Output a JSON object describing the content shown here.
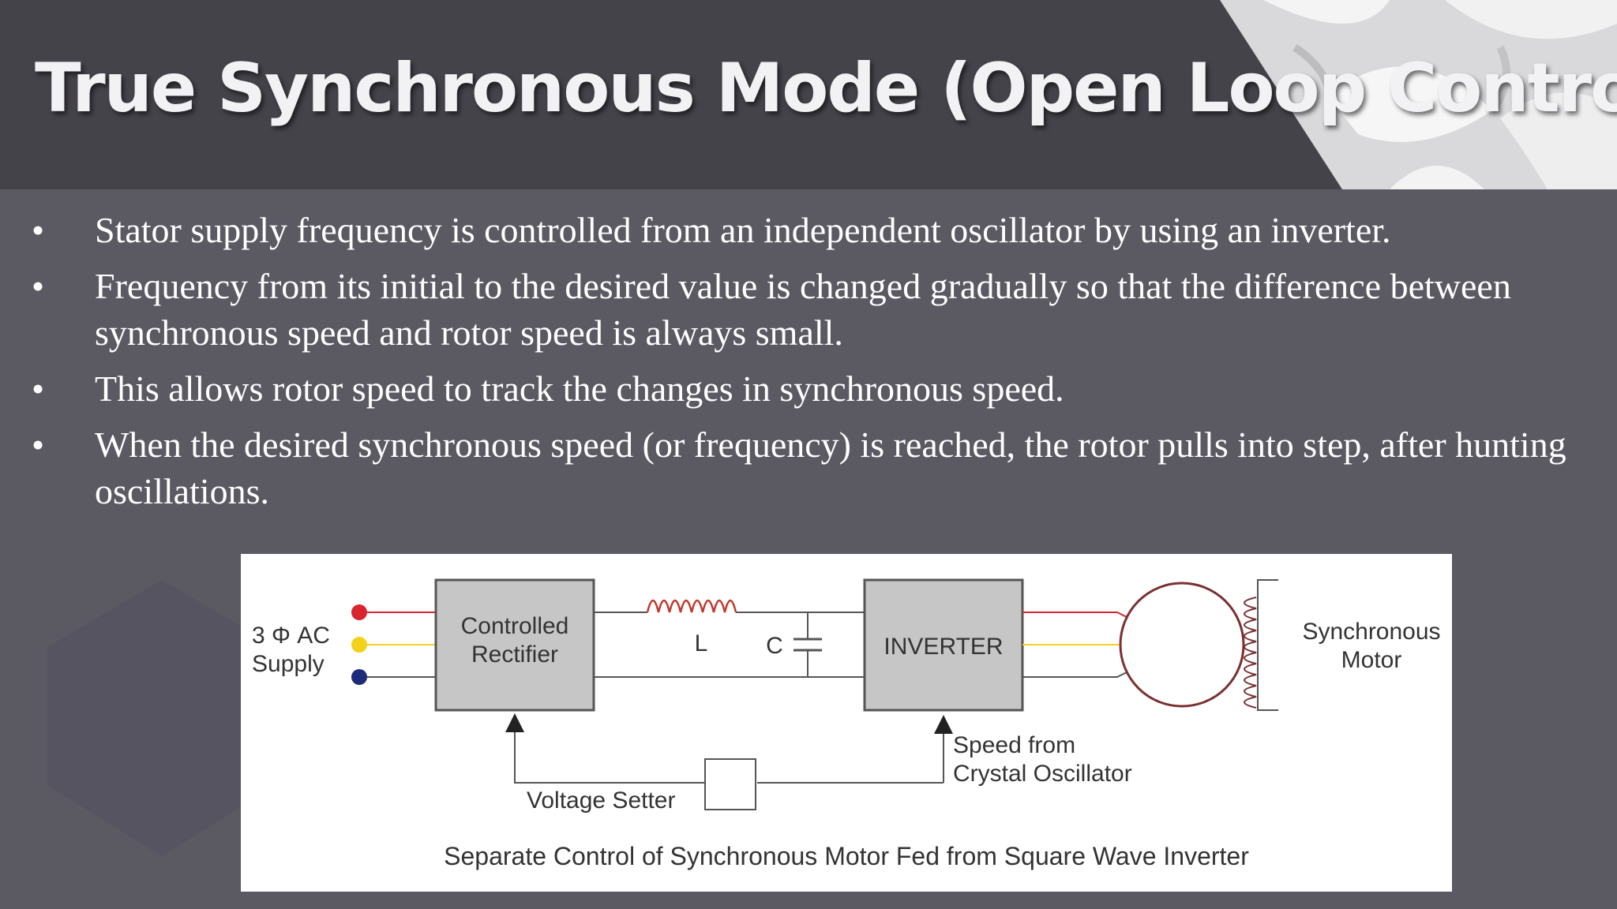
{
  "slide": {
    "title": "True Synchronous Mode (Open Loop Control)",
    "bullets": [
      "Stator supply frequency is controlled from an independent oscillator by using an inverter.",
      "Frequency from its initial to the desired value is changed gradually so that the difference between synchronous speed and rotor speed is always small.",
      "This allows rotor speed to track the changes in synchronous speed.",
      "When the desired synchronous speed (or frequency) is reached, the rotor pulls into step, after hunting oscillations."
    ],
    "bullet_glyph": "•"
  },
  "diagram": {
    "supply_line1": "3 Φ AC",
    "supply_line2": "Supply",
    "rectifier_line1": "Controlled",
    "rectifier_line2": "Rectifier",
    "inductor_label": "L",
    "capacitor_label": "C",
    "inverter_label": "INVERTER",
    "motor_line1": "Synchronous",
    "motor_line2": "Motor",
    "oscillator_line1": "Speed from",
    "oscillator_line2": "Crystal Oscillator",
    "setter_label": "Voltage Setter",
    "caption": "Separate Control of Synchronous Motor Fed from Square Wave Inverter",
    "phase_colors": [
      "#d9262e",
      "#f2d21b",
      "#1e2a7a"
    ]
  }
}
